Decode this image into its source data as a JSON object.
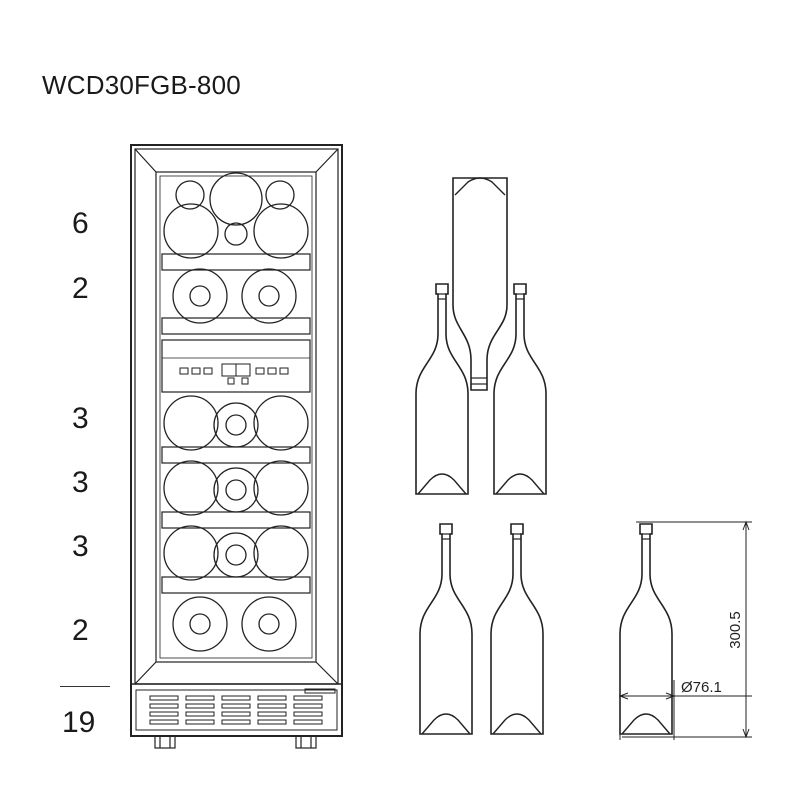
{
  "model": "WCD30FGB-800",
  "shelf_counts": [
    "6",
    "2",
    "3",
    "3",
    "3",
    "2"
  ],
  "total": "19",
  "bottle_dimensions": {
    "height": "300.5",
    "diameter": "Ø76.1"
  }
}
